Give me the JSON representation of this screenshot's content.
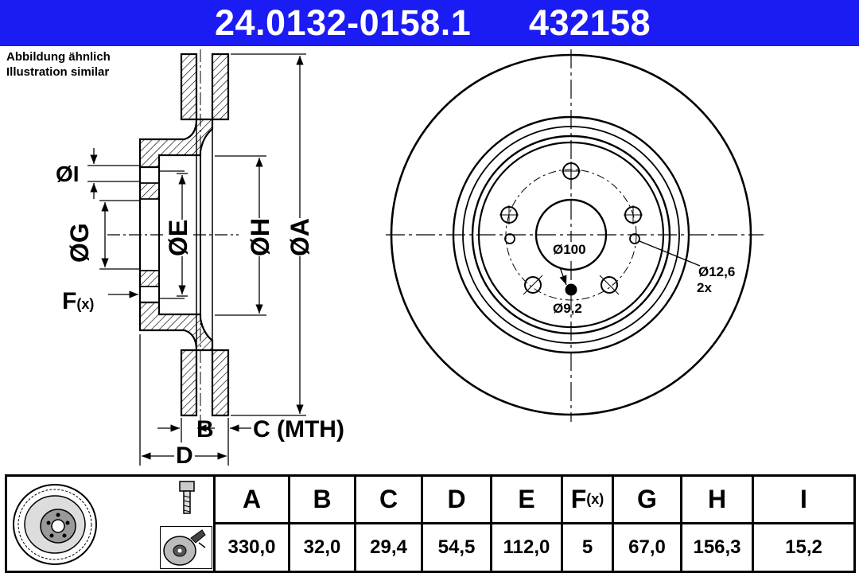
{
  "header": {
    "part_number": "24.0132-0158.1",
    "ref_number": "432158",
    "bg_color": "#1b1bf3"
  },
  "note": {
    "line1": "Abbildung ähnlich",
    "line2": "Illustration similar"
  },
  "section_labels": {
    "dia_i": "ØI",
    "dia_g": "ØG",
    "dia_e": "ØE",
    "dia_h": "ØH",
    "dia_a": "ØA",
    "f": "F",
    "f_sub": "(x)",
    "b": "B",
    "c": "C (MTH)",
    "d": "D"
  },
  "front_labels": {
    "pcd": "Ø100",
    "hole": "Ø12,6",
    "hole_count": "2x",
    "small_hole": "Ø9,2"
  },
  "table": {
    "headers": [
      "A",
      "B",
      "C",
      "D",
      "E",
      "F",
      "G",
      "H",
      "I"
    ],
    "f_sub": "(x)",
    "values": [
      "330,0",
      "32,0",
      "29,4",
      "54,5",
      "112,0",
      "5",
      "67,0",
      "156,3",
      "15,2"
    ],
    "icons": [
      "brake-disc-icon",
      "bolt-icon",
      "wheel-hub-icon"
    ]
  }
}
